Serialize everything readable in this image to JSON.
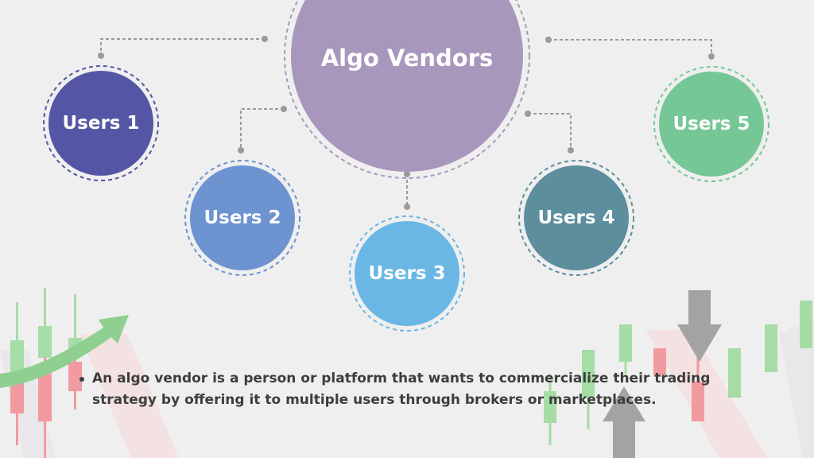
{
  "hub": {
    "label": "Algo Vendors",
    "color": "#a897bd"
  },
  "users": [
    {
      "label": "Users 1",
      "color": "#5456a5"
    },
    {
      "label": "Users 2",
      "color": "#6d93d1"
    },
    {
      "label": "Users 3",
      "color": "#6ab7e5"
    },
    {
      "label": "Users 4",
      "color": "#5d8e9e"
    },
    {
      "label": "Users 5",
      "color": "#76c796"
    }
  ],
  "connector_color": "#9a9a9a",
  "description": "An algo vendor is a person or platform that wants to commercialize their trading strategy by offering it to multiple users through brokers or marketplaces.",
  "decor": {
    "candle_green": "#a6dca6",
    "candle_red": "#f19aa0",
    "arrow_green": "#8fcf8f",
    "arrow_gray": "#a3a3a3"
  }
}
